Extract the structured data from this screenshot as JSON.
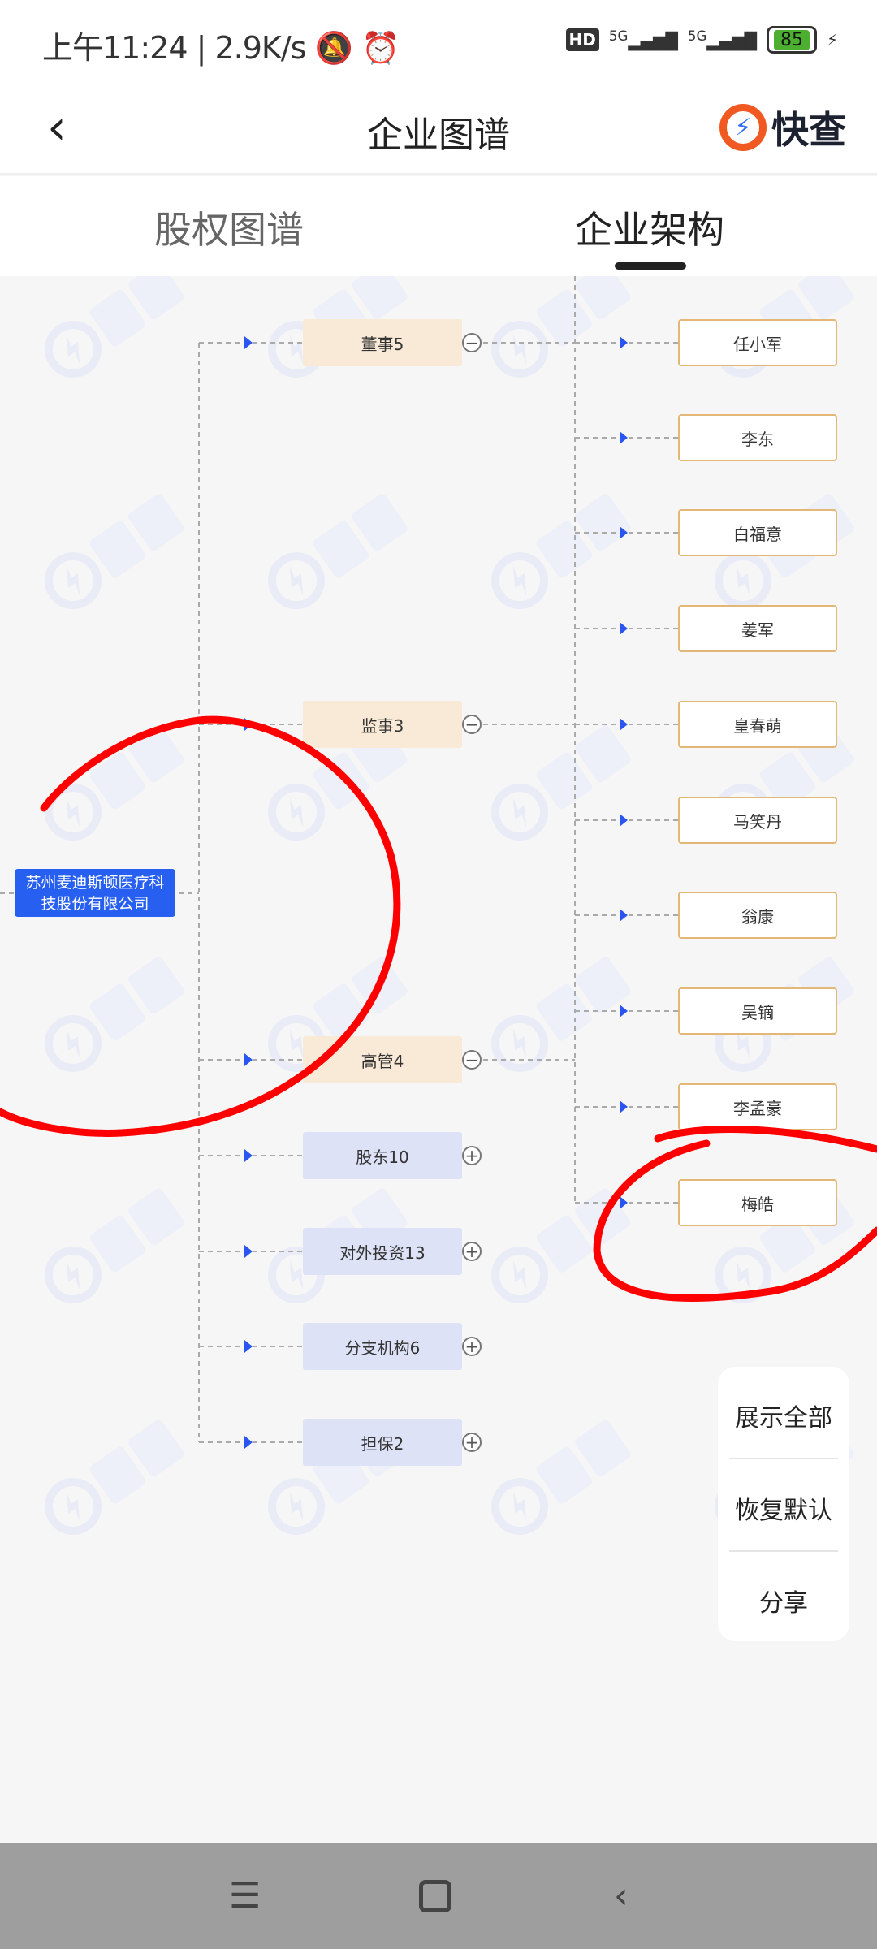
{
  "status_bar": {
    "time": "上午11:24",
    "speed": "2.9K/s",
    "network1": "5G",
    "network2": "5G",
    "hd": "HD",
    "battery": "85"
  },
  "header": {
    "title": "企业图谱",
    "logo_text": "快查"
  },
  "tabs": [
    {
      "label": "股权图谱",
      "active": false
    },
    {
      "label": "企业架构",
      "active": true
    }
  ],
  "graph": {
    "root": "苏州麦迪斯顿医疗科技股份有限公司",
    "categories": [
      {
        "label": "董事5",
        "expanded": true
      },
      {
        "label": "监事3",
        "expanded": true
      },
      {
        "label": "高管4",
        "expanded": true
      },
      {
        "label": "股东10",
        "expanded": false
      },
      {
        "label": "对外投资13",
        "expanded": false
      },
      {
        "label": "分支机构6",
        "expanded": false
      },
      {
        "label": "担保2",
        "expanded": false
      }
    ],
    "people": [
      "任小军",
      "李东",
      "白福意",
      "姜军",
      "皇春萌",
      "马笑丹",
      "翁康",
      "吴镝",
      "李孟豪",
      "梅皓"
    ],
    "watermark": "快查"
  },
  "menu": {
    "show_all": "展示全部",
    "reset": "恢复默认",
    "share": "分享"
  },
  "colors": {
    "accent": "#2760f0",
    "annotation": "#ff0000",
    "brand_orange": "#f05a22"
  }
}
